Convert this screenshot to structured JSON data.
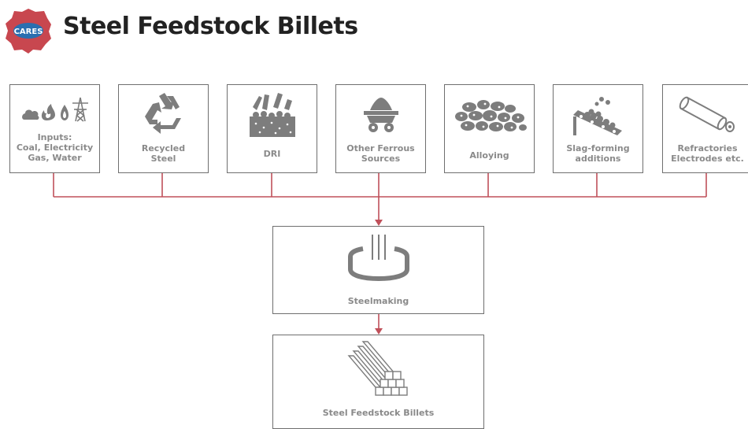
{
  "header": {
    "logo_text": "CARES",
    "title": "Steel Feedstock Billets"
  },
  "inputs": [
    {
      "icon": "fuel-icons",
      "lines": [
        "Inputs:",
        "Coal, Electricity",
        "Gas, Water"
      ]
    },
    {
      "icon": "recycle-icon",
      "lines": [
        "Recycled",
        "Steel"
      ]
    },
    {
      "icon": "dri-icon",
      "lines": [
        "DRI"
      ]
    },
    {
      "icon": "ore-cart-icon",
      "lines": [
        "Other Ferrous",
        "Sources"
      ]
    },
    {
      "icon": "alloy-pile-icon",
      "lines": [
        "Alloying"
      ]
    },
    {
      "icon": "conveyor-icon",
      "lines": [
        "Slag-forming",
        "additions"
      ]
    },
    {
      "icon": "electrode-icon",
      "lines": [
        "Refractories",
        "Electrodes etc."
      ]
    }
  ],
  "process": {
    "icon": "furnace-icon",
    "label": "Steelmaking"
  },
  "output": {
    "icon": "billets-icon",
    "label": "Steel Feedstock Billets"
  },
  "colors": {
    "connector": "#c0505a",
    "icon": "#7d7d7d",
    "border": "#6f6f6f",
    "logo": "#c8474f"
  }
}
